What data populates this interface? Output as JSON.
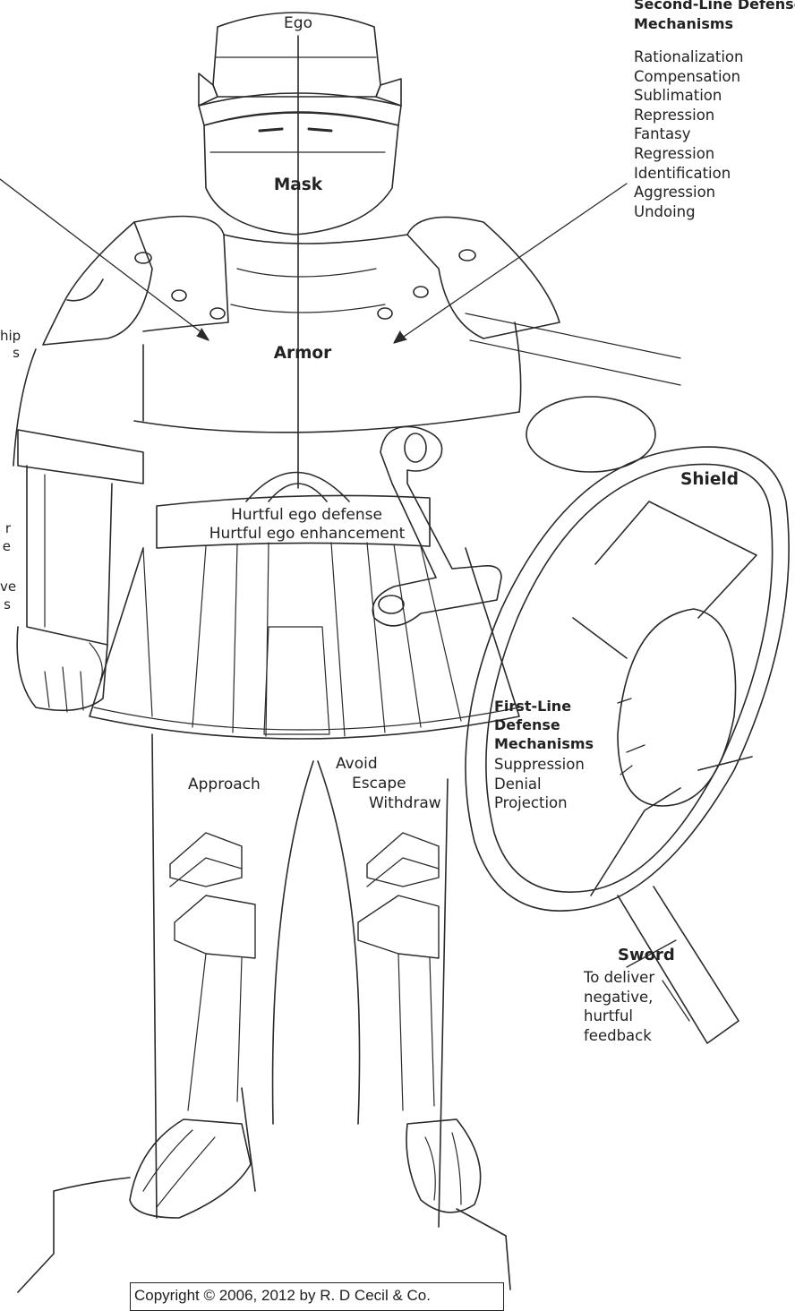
{
  "labels": {
    "ego": "Ego",
    "mask": "Mask",
    "armor": "Armor",
    "shield": "Shield",
    "sword": "Sword",
    "belt_line1": "Hurtful ego defense",
    "belt_line2": "Hurtful ego enhancement",
    "approach": "Approach",
    "avoid": "Avoid",
    "escape": "Escape",
    "withdraw": "Withdraw"
  },
  "second_line": {
    "title_line1": "Second-Line Defense",
    "title_line2": "Mechanisms",
    "items": [
      "Rationalization",
      "Compensation",
      "Sublimation",
      "Repression",
      "Fantasy",
      "Regression",
      "Identification",
      "Aggression",
      "Undoing"
    ]
  },
  "first_line": {
    "title_line1": "First-Line",
    "title_line2": "Defense",
    "title_line3": "Mechanisms",
    "items": [
      "Suppression",
      "Denial",
      "Projection"
    ]
  },
  "sword_desc": [
    "To deliver",
    "negative,",
    "hurtful",
    "feedback"
  ],
  "left_cut": {
    "top": [
      "hip",
      "s"
    ],
    "bottom": [
      "r",
      "e",
      "ve",
      "s"
    ]
  },
  "copyright": "Copyright © 2006, 2012 by R. D Cecil & Co."
}
